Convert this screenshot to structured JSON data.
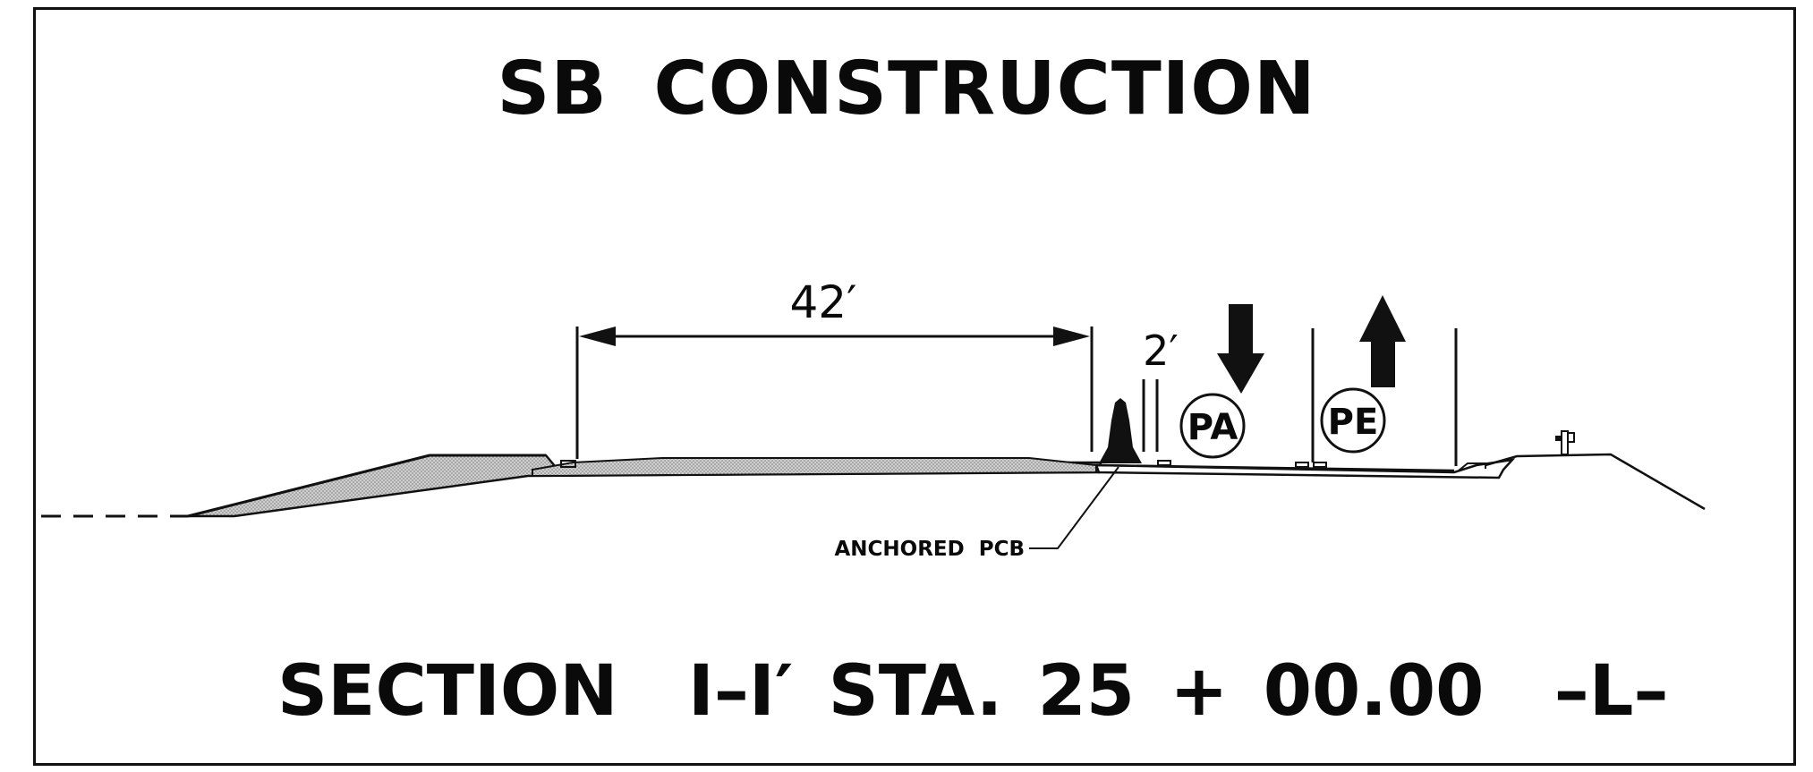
{
  "title": "SB CONSTRUCTION",
  "section_label": "SECTION  I–I′ STA. 25 + 00.00  –L–",
  "dimensions": {
    "width_42": "42′",
    "offset_2": "2′"
  },
  "lanes": {
    "pa": "PA",
    "pe": "PE"
  },
  "callout": "ANCHORED  PCB",
  "colors": {
    "line": "#111111",
    "hatch_fill": "#bdbdbd",
    "background": "#ffffff"
  },
  "icons": {
    "arrow_down": "arrow-down-icon",
    "arrow_up": "arrow-up-icon",
    "barrier": "concrete-barrier-icon"
  }
}
